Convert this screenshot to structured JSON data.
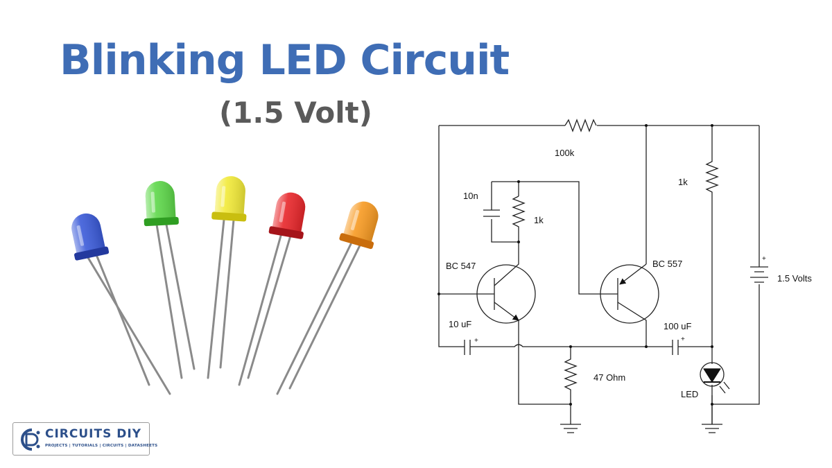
{
  "header": {
    "title": "Blinking LED Circuit",
    "subtitle": "(1.5 Volt)"
  },
  "photo": {
    "leds": [
      {
        "color_name": "blue",
        "body": "#3b5bd9",
        "dark": "#23399e"
      },
      {
        "color_name": "green",
        "body": "#5ed84a",
        "dark": "#2f9e22"
      },
      {
        "color_name": "yellow",
        "body": "#f2ea38",
        "dark": "#c9be10"
      },
      {
        "color_name": "red",
        "body": "#e8262a",
        "dark": "#a5141a"
      },
      {
        "color_name": "orange",
        "body": "#f79a22",
        "dark": "#c96d0c"
      }
    ]
  },
  "schematic": {
    "labels": {
      "r_top": "100k",
      "r_right": "1k",
      "cap_top": "10n",
      "r_left": "1k",
      "q1": "BC 547",
      "q2": "BC 557",
      "battery": "1.5 Volts",
      "battery_plus": "+",
      "c1": "10 uF",
      "c1_plus": "+",
      "c2": "100 uF",
      "c2_plus": "+",
      "r_bottom": "47 Ohm",
      "led": "LED"
    }
  },
  "logo": {
    "name": "CIRCUITS DIY",
    "tagline": "PROJECTS | TUTORIALS | CIRCUITS | DATASHEETS"
  }
}
